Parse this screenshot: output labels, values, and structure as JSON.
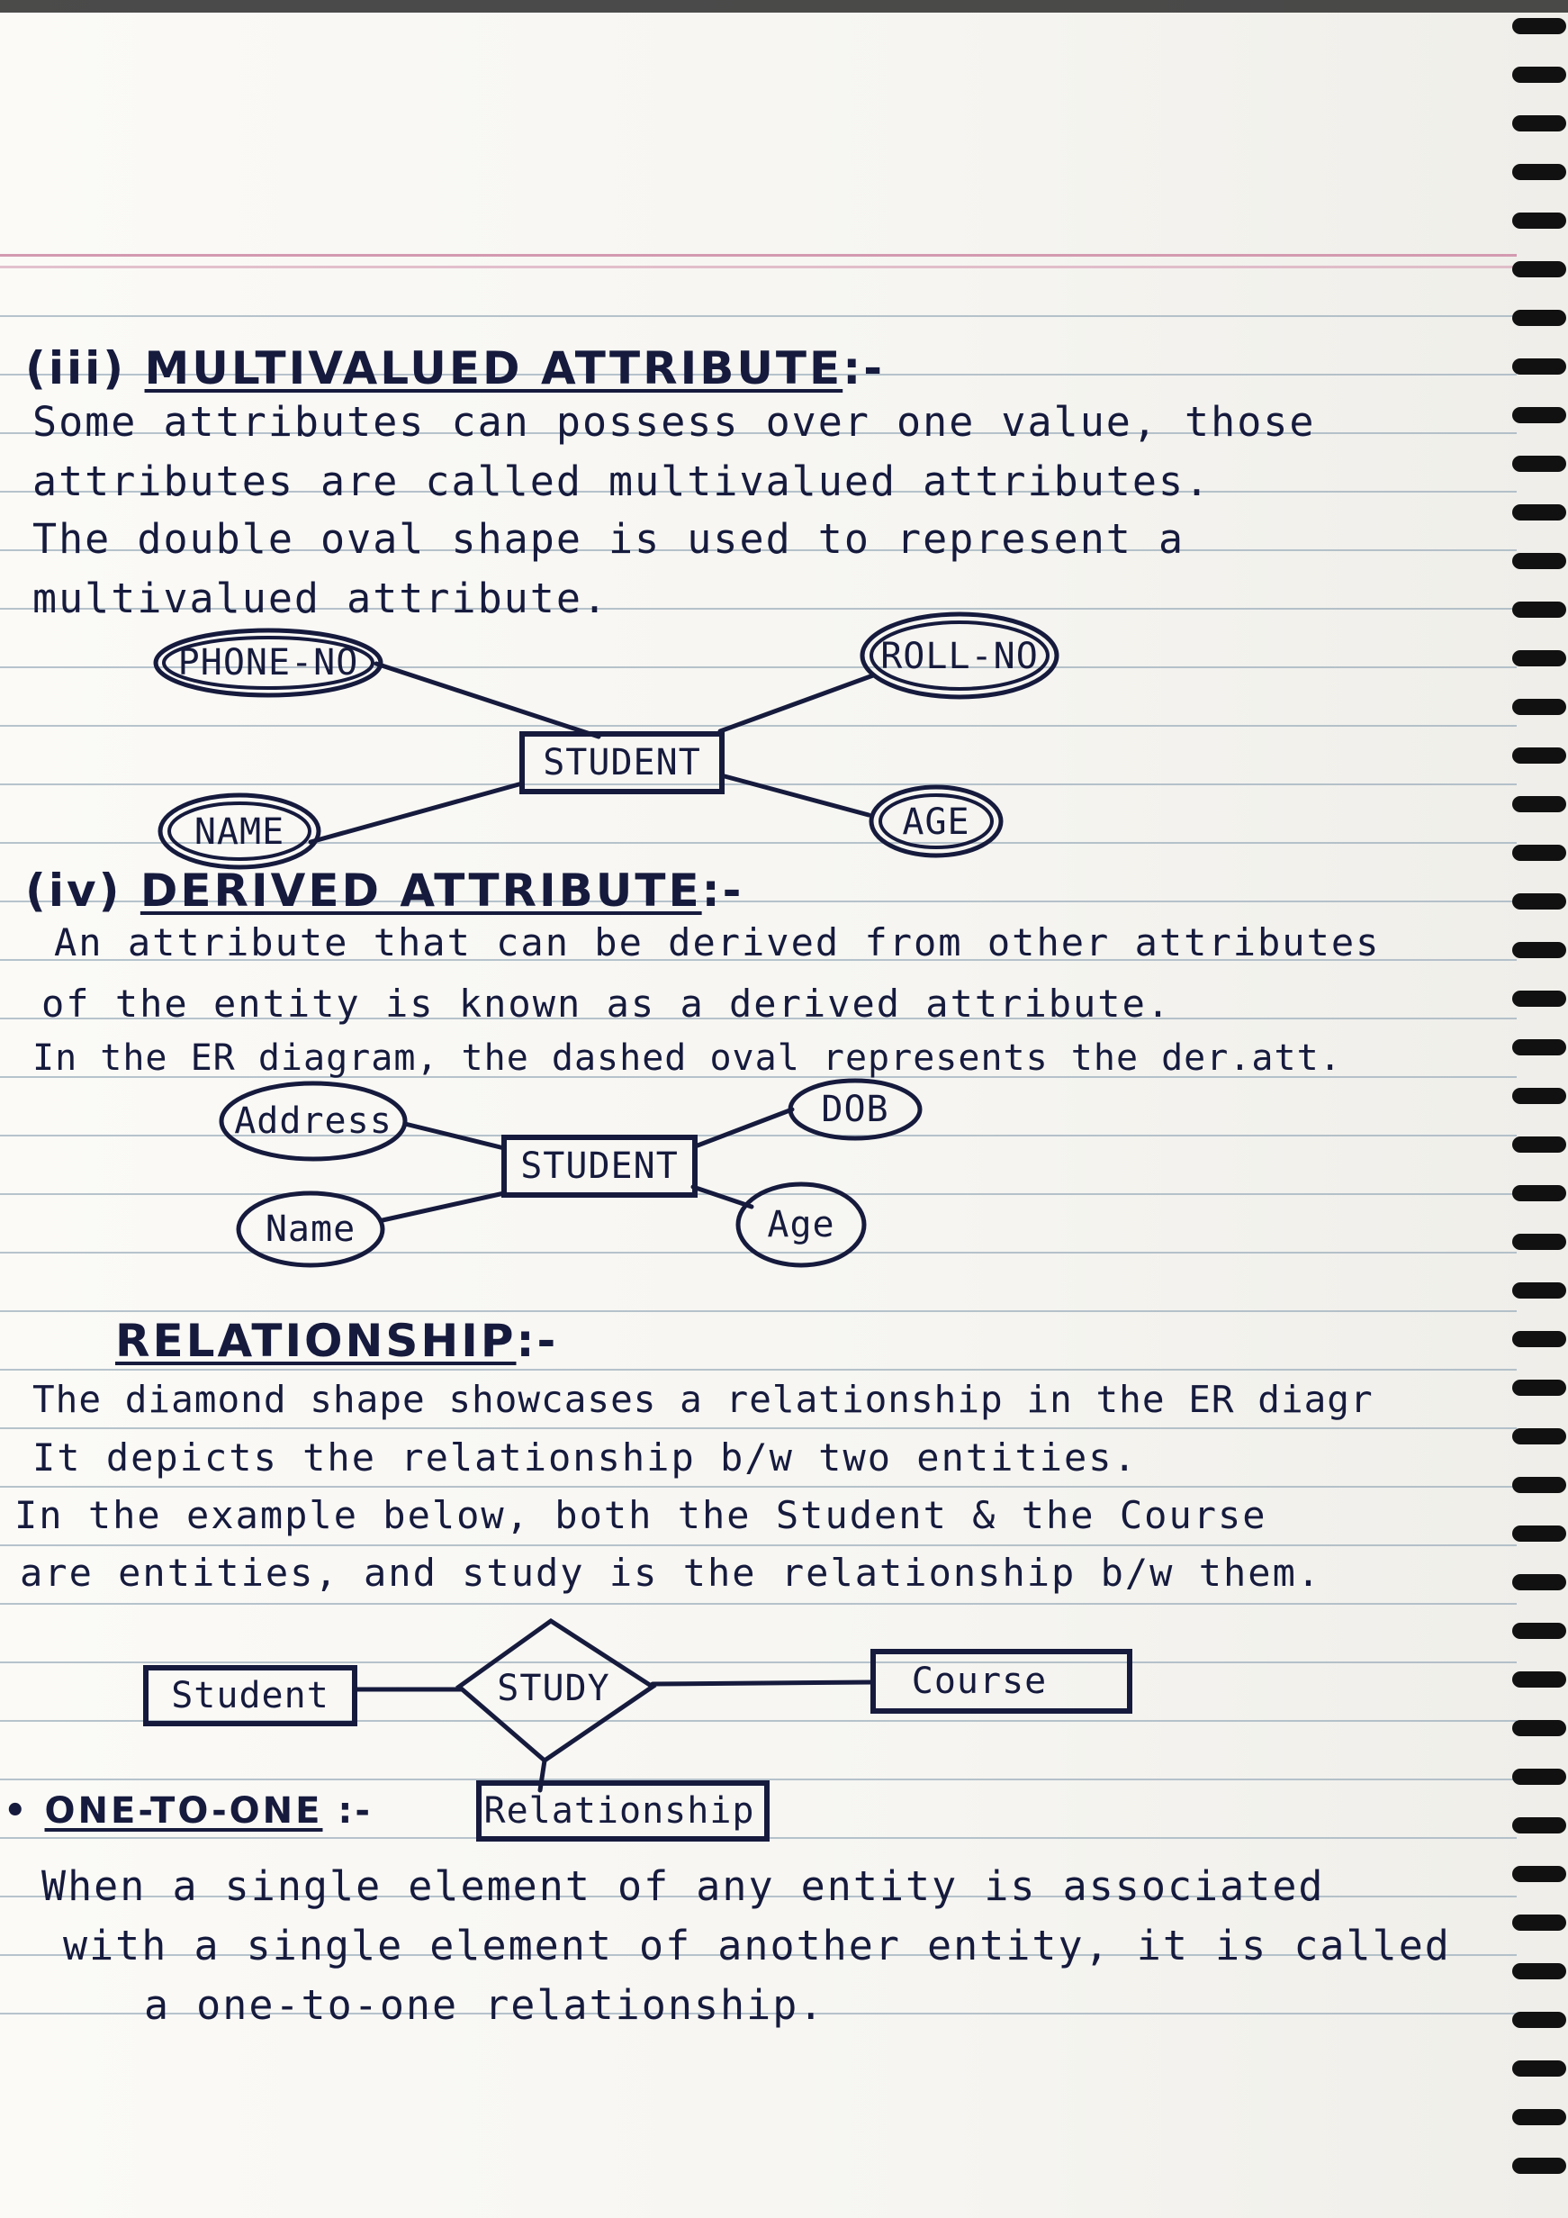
{
  "sections": {
    "multivalued": {
      "heading_num": "(iii)",
      "heading_title": "MULTIVALUED ATTRIBUTE",
      "heading_suffix": ":-",
      "lines": [
        "Some attributes can possess over one value, those",
        "attributes are called multivalued attributes.",
        "The double oval shape is used to represent a",
        "multivalued attribute."
      ],
      "diagram": {
        "entity": "STUDENT",
        "attributes": [
          "PHONE-NO",
          "ROLL-NO",
          "NAME",
          "AGE"
        ]
      }
    },
    "derived": {
      "heading_num": "(iv)",
      "heading_title": "DERIVED ATTRIBUTE",
      "heading_suffix": ":-",
      "lines": [
        "An attribute that can be derived from other attributes",
        "of the entity is known as a derived attribute.",
        "In the ER diagram, the dashed oval represents the der.att."
      ],
      "diagram": {
        "entity": "STUDENT",
        "attributes": [
          "Address",
          "DOB",
          "Name",
          "Age"
        ]
      }
    },
    "relationship": {
      "heading_title": "RELATIONSHIP",
      "heading_suffix": ":-",
      "lines": [
        "The diamond shape showcases a relationship in the ER diagr",
        "It depicts the relationship b/w two entities.",
        "In the example below, both the Student & the Course",
        "are entities, and study is the relationship b/w them."
      ],
      "diagram": {
        "entity_left": "Student",
        "relationship": "STUDY",
        "entity_right": "Course",
        "caption": "Relationship"
      }
    },
    "one_to_one": {
      "bullet": "•",
      "heading_title": "ONE-TO-ONE",
      "heading_suffix": ":-",
      "lines": [
        "When a single element of any entity is associated",
        "with a single element of another entity, it is called",
        "a one-to-one relationship."
      ]
    }
  },
  "colors": {
    "ink": "#161b3d",
    "rule": "#9fb0bd",
    "margin": "#d39ab0",
    "paper": "#fbfaf7"
  }
}
